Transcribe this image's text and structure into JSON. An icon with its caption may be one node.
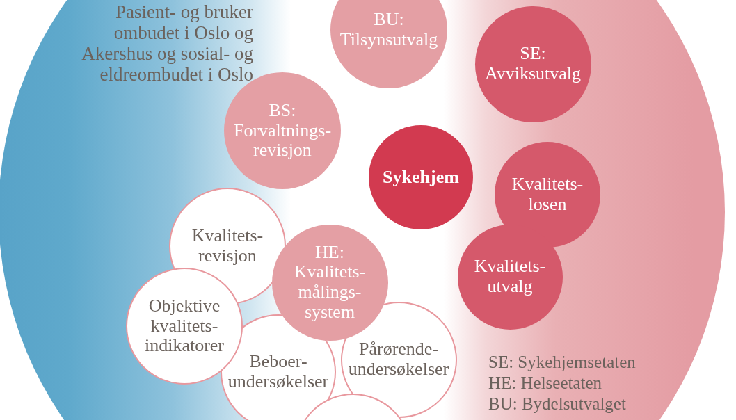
{
  "diagram": {
    "nodes": [
      {
        "text": [
          "Pasient- og bruker ombudet i Oslo og Akershus og sosial- og eldreombudet i Oslo"
        ]
      },
      {
        "text": [
          "BU: Tilsynsutvalg"
        ],
        "in": 0
      },
      {
        "text": [
          "SE: Avviksutvalg"
        ],
        "in": 0
      },
      {
        "text": [
          "BS: Forvaltnings- revisjon"
        ],
        "in": 0
      },
      {
        "text": [
          "Sykehjem"
        ],
        "in": 0
      },
      {
        "text": [
          "Kvalitets- losen"
        ],
        "in": 0
      },
      {
        "text": [
          "Kvalitets- revisjon"
        ],
        "in": 0
      },
      {
        "text": [
          "HE: Kvalitets- målings- system"
        ],
        "in": 0
      },
      {
        "text": [
          "Kvalitets- utvalg"
        ],
        "in": 0
      },
      {
        "text": [
          "Objektive kvalitets- indikatorer"
        ],
        "in": 0
      },
      {
        "text": [
          "Beboer- undersøkelser"
        ],
        "in": 0
      },
      {
        "text": [
          "Pårørende- undersøkelser"
        ],
        "in": 0
      },
      {
        "text": [],
        "shape": "circle",
        "in": 0
      }
    ],
    "labels": [
      "SE: Sykehjemsetaten",
      "HE: Helseetaten",
      "BU: Bydelsutvalget"
    ]
  }
}
